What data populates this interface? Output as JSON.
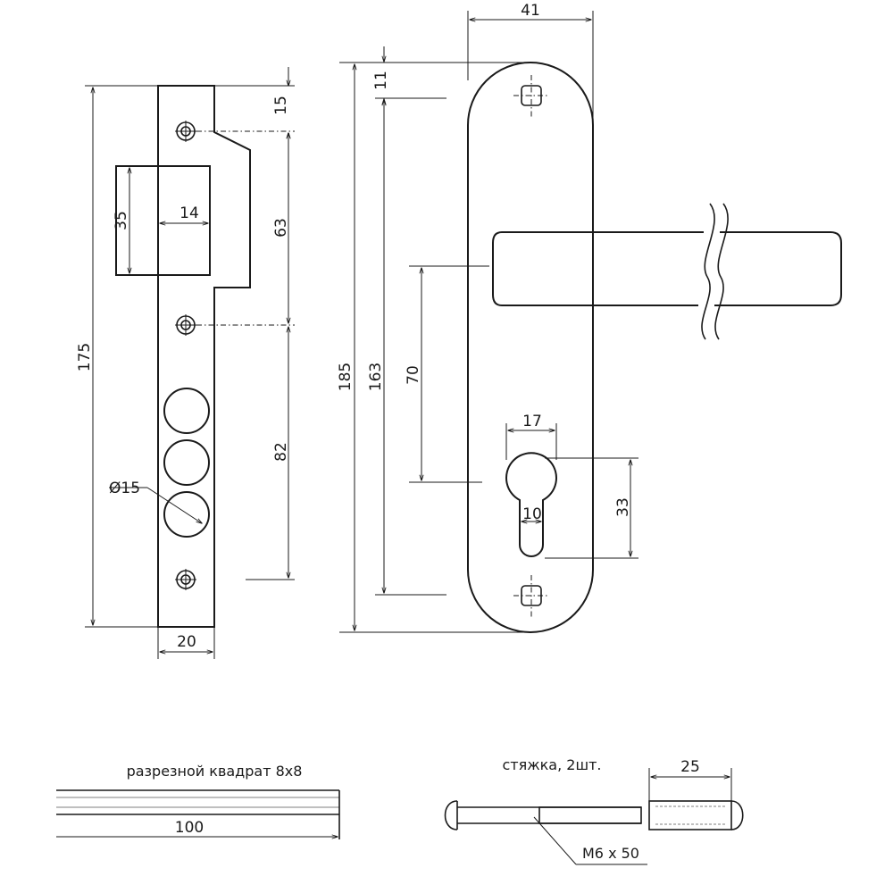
{
  "strike_plate": {
    "dimensions": {
      "height_total": "175",
      "top_offset": "15",
      "window_height": "35",
      "window_width": "14",
      "hole_spacing_upper": "63",
      "hole_spacing_lower": "82",
      "hole_diameter": "Ø15",
      "plate_width": "20"
    }
  },
  "handle_plate": {
    "dimensions": {
      "plate_width": "41",
      "top_to_screw": "11",
      "height_total": "185",
      "screw_spacing": "163",
      "handle_to_cylinder": "70",
      "cylinder_width": "17",
      "cylinder_height": "33",
      "cylinder_slot": "10"
    }
  },
  "square_bar": {
    "caption": "разрезной квадрат 8x8",
    "length": "100"
  },
  "tie_bolt": {
    "caption": "стяжка, 2шт.",
    "length": "25",
    "spec": "М6 x 50"
  }
}
